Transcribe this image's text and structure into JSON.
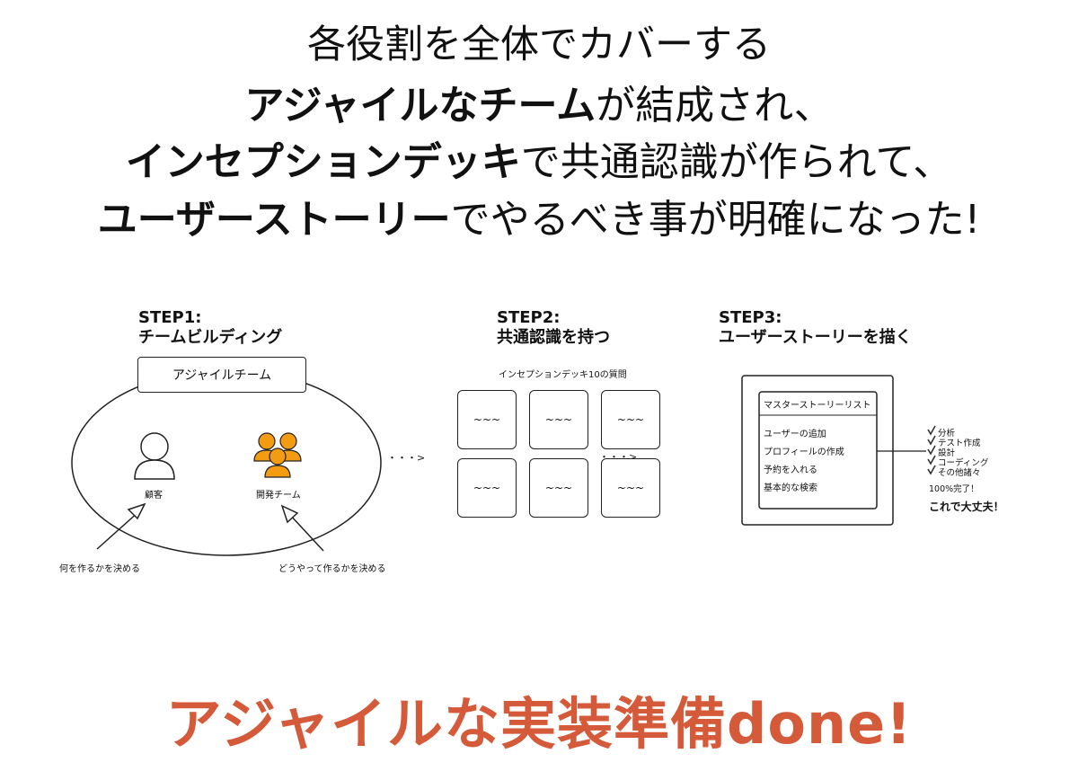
{
  "headline": {
    "line1": "各役割を全体でカバーする",
    "line2_bold": "アジャイルなチーム",
    "line2_rest": "が結成され、",
    "line3_bold": "インセプションデッキ",
    "line3_rest": "で共通認識が作られて、",
    "line4_bold": "ユーザーストーリー",
    "line4_rest": "でやるべき事が明確になった!"
  },
  "step1": {
    "title_line1": "STEP1:",
    "title_line2": "チームビルディング",
    "team_box_label": "アジャイルチーム",
    "customer_label": "顧客",
    "devteam_label": "開発チーム",
    "customer_note": "何を作るかを決める",
    "devteam_note": "どうやって作るかを決める",
    "devteam_color": "#f39c12"
  },
  "connector_label": "・・・>",
  "step2": {
    "title_line1": "STEP2:",
    "title_line2": "共通認識を持つ",
    "deck_label": "インセプションデッキ10の質問",
    "cards": [
      "~~~",
      "~~~",
      "~~~",
      "~~~",
      "~~~",
      "~~~"
    ]
  },
  "step3": {
    "title_line1": "STEP3:",
    "title_line2": "ユーザーストーリーを描く",
    "list_title": "マスターストーリーリスト",
    "stories": [
      "ユーザーの追加",
      "プロフィールの作成",
      "予約を入れる",
      "基本的な検索"
    ],
    "checklist": [
      "分析",
      "テスト作成",
      "設計",
      "コーディング",
      "その他諸々"
    ],
    "complete_label": "100%完了！",
    "ok_label": "これで大丈夫！"
  },
  "footer": {
    "done_label": "アジャイルな実装準備done!",
    "done_color": "#d45a3a"
  }
}
